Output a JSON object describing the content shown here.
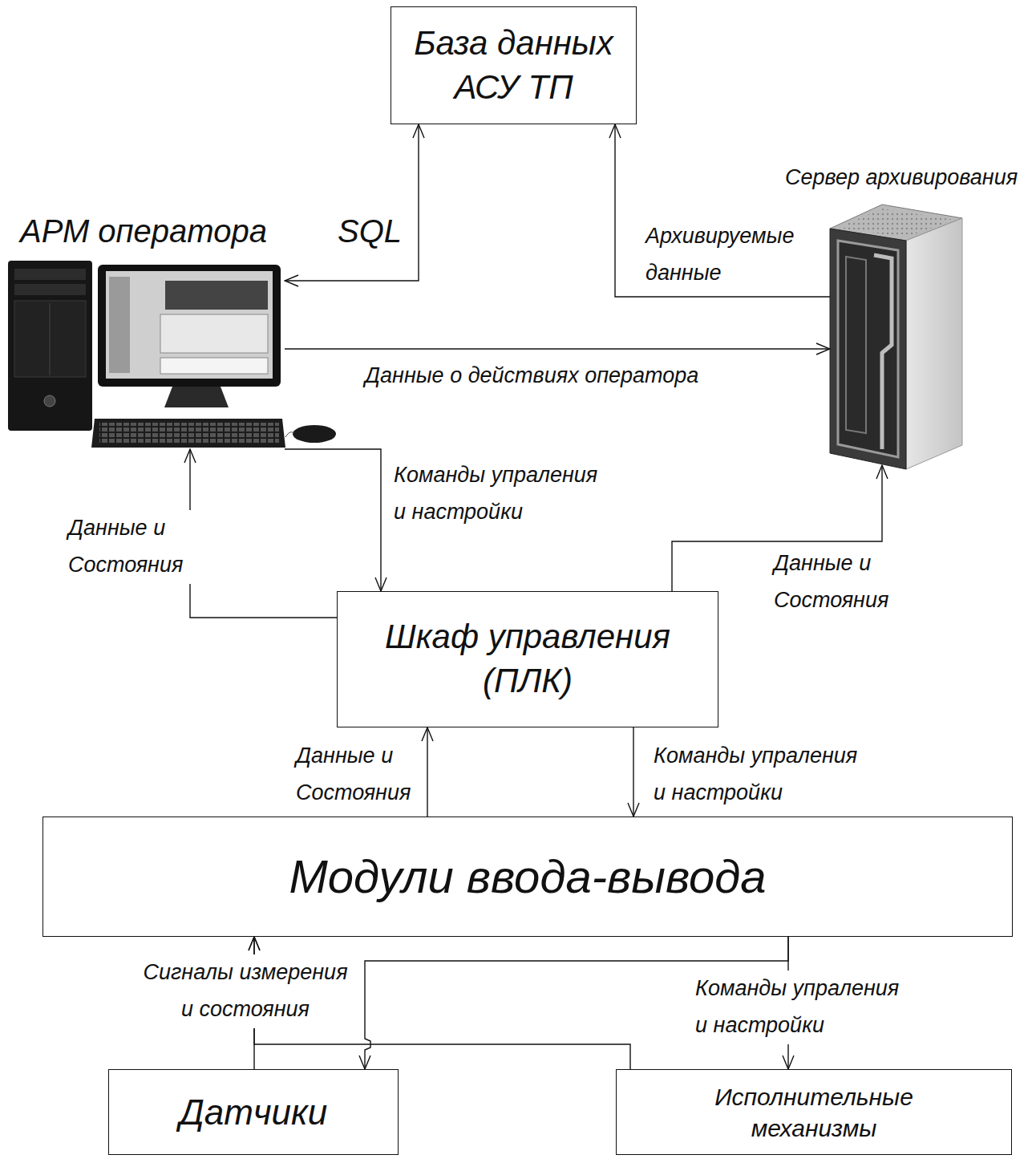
{
  "diagram": {
    "nodes": [
      {
        "text": [
          "База данных АСУ ТП"
        ]
      },
      {
        "text": [
          "АРМ оператора"
        ]
      },
      {
        "text": [
          "Сервер архивирования"
        ]
      },
      {
        "text": [
          "Шкаф управления (ПЛК)"
        ]
      },
      {
        "text": [
          "Модули ввода-вывода"
        ]
      },
      {
        "text": [
          "Датчики"
        ]
      },
      {
        "text": [
          "Исполнительные механизмы"
        ]
      }
    ],
    "edges": [
      {
        "from": 0,
        "to": 1,
        "label": "SQL",
        "arrow": "both"
      },
      {
        "from": 2,
        "to": 0,
        "label": "Архивируемые данные",
        "arrow": "to"
      },
      {
        "from": 1,
        "to": 2,
        "label": "Данные о действиях оператора",
        "arrow": "to"
      },
      {
        "from": 1,
        "to": 3,
        "label": "Команды упраления и настройки",
        "arrow": "to"
      },
      {
        "from": 3,
        "to": 1,
        "label": "Данные и Состояния",
        "arrow": "to"
      },
      {
        "from": 3,
        "to": 2,
        "label": "Данные и Состояния",
        "arrow": "to"
      },
      {
        "from": 4,
        "to": 3,
        "label": "Данные и Состояния",
        "arrow": "to"
      },
      {
        "from": 3,
        "to": 4,
        "label": "Команды упраления и настройки",
        "arrow": "to"
      },
      {
        "from": 5,
        "to": 4,
        "label": "Сигналы измерения и состояния",
        "arrow": "to"
      },
      {
        "from": 6,
        "to": 4,
        "arrow": "to"
      },
      {
        "from": 4,
        "to": 5,
        "arrow": "to"
      },
      {
        "from": 4,
        "to": 6,
        "label": "Команды упраления и настройки",
        "arrow": "to"
      }
    ]
  }
}
